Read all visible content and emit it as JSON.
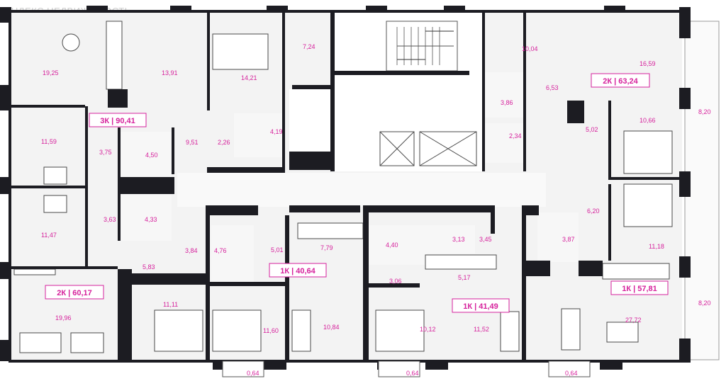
{
  "watermark": "ЯНДЕКС НЕДВИЖИМОСТЬ",
  "apartments": [
    {
      "label": "3К | 90,41"
    },
    {
      "label": "2К | 63,24"
    },
    {
      "label": "2К | 60,17"
    },
    {
      "label": "1К | 40,64"
    },
    {
      "label": "1К | 41,49"
    },
    {
      "label": "1К | 57,81"
    }
  ],
  "room_areas": [
    "19,25",
    "13,91",
    "14,21",
    "7,24",
    "10,04",
    "16,59",
    "6,53",
    "3,86",
    "2,34",
    "5,02",
    "10,66",
    "11,59",
    "3,75",
    "4,50",
    "9,51",
    "2,26",
    "4,19",
    "8,20",
    "11,47",
    "3,63",
    "4,33",
    "3,84",
    "5,83",
    "4,76",
    "5,01",
    "7,79",
    "4,40",
    "3,13",
    "3,45",
    "3,87",
    "6,20",
    "11,18",
    "19,96",
    "11,11",
    "11,60",
    "10,84",
    "3,06",
    "10,12",
    "5,17",
    "11,52",
    "27,72",
    "8,20",
    "0,64",
    "0,64",
    "0,64"
  ]
}
